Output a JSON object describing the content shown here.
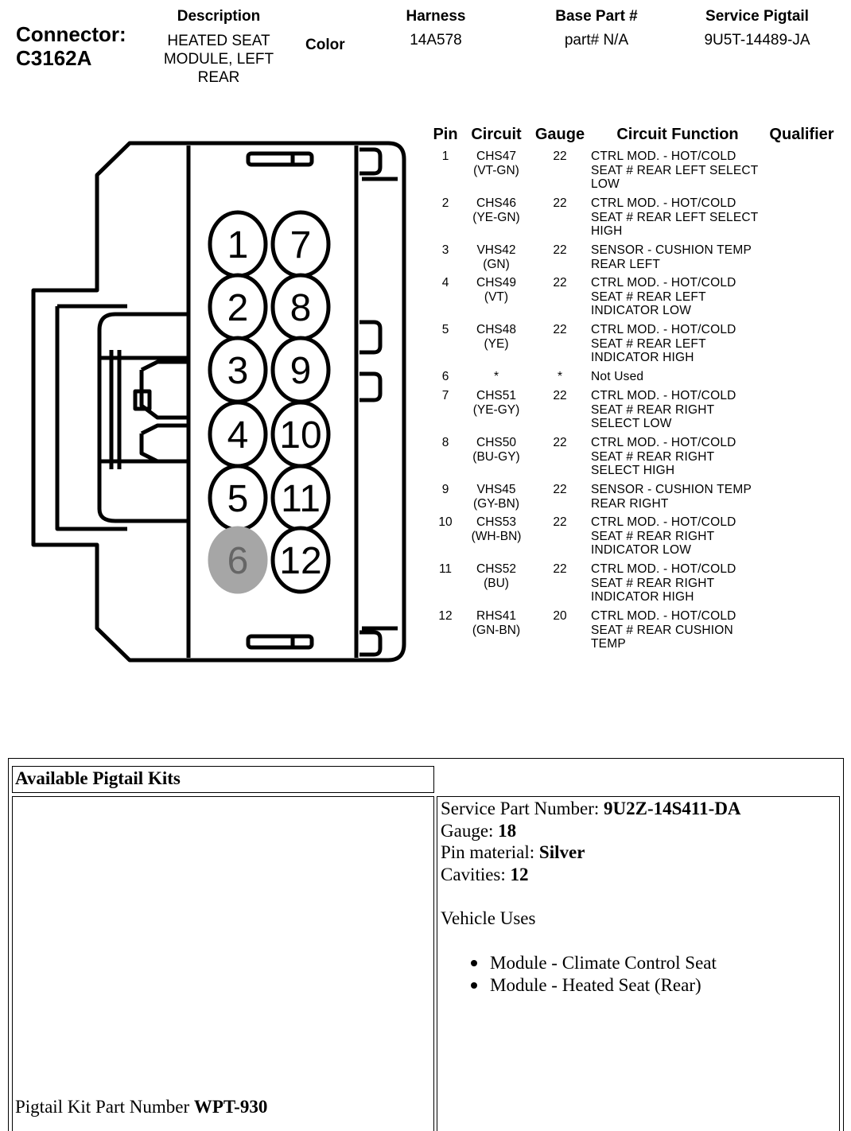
{
  "header": {
    "connector_label": "Connector:",
    "connector_id": "C3162A",
    "description_label": "Description",
    "description_lines": [
      "HEATED SEAT",
      "MODULE, LEFT",
      "REAR"
    ],
    "color_label": "Color",
    "harness_label": "Harness",
    "harness_value": "14A578",
    "base_part_label": "Base Part #",
    "base_part_value": "part# N/A",
    "service_pigtail_label": "Service Pigtail",
    "service_pigtail_value": "9U5T-14489-JA"
  },
  "pin_table": {
    "headers": {
      "pin": "Pin",
      "circuit": "Circuit",
      "gauge": "Gauge",
      "function": "Circuit Function",
      "qualifier": "Qualifier"
    },
    "rows": [
      {
        "pin": "1",
        "circuit": "CHS47",
        "color": "(VT-GN)",
        "gauge": "22",
        "function": [
          "CTRL MOD. - HOT/COLD",
          "SEAT # REAR LEFT SELECT",
          "LOW"
        ]
      },
      {
        "pin": "2",
        "circuit": "CHS46",
        "color": "(YE-GN)",
        "gauge": "22",
        "function": [
          "CTRL MOD. - HOT/COLD",
          "SEAT # REAR LEFT SELECT",
          "HIGH"
        ]
      },
      {
        "pin": "3",
        "circuit": "VHS42",
        "color": "(GN)",
        "gauge": "22",
        "function": [
          "SENSOR - CUSHION TEMP",
          "REAR LEFT"
        ]
      },
      {
        "pin": "4",
        "circuit": "CHS49",
        "color": "(VT)",
        "gauge": "22",
        "function": [
          "CTRL MOD. - HOT/COLD",
          "SEAT # REAR LEFT",
          "INDICATOR LOW"
        ]
      },
      {
        "pin": "5",
        "circuit": "CHS48",
        "color": "(YE)",
        "gauge": "22",
        "function": [
          "CTRL MOD. - HOT/COLD",
          "SEAT # REAR LEFT",
          "INDICATOR HIGH"
        ]
      },
      {
        "pin": "6",
        "circuit": "*",
        "color": "",
        "gauge": "*",
        "function": [
          "Not Used"
        ]
      },
      {
        "pin": "7",
        "circuit": "CHS51",
        "color": "(YE-GY)",
        "gauge": "22",
        "function": [
          "CTRL MOD. - HOT/COLD",
          "SEAT # REAR RIGHT",
          "SELECT LOW"
        ]
      },
      {
        "pin": "8",
        "circuit": "CHS50",
        "color": "(BU-GY)",
        "gauge": "22",
        "function": [
          "CTRL MOD. - HOT/COLD",
          "SEAT # REAR RIGHT",
          "SELECT HIGH"
        ]
      },
      {
        "pin": "9",
        "circuit": "VHS45",
        "color": "(GY-BN)",
        "gauge": "22",
        "function": [
          "SENSOR - CUSHION TEMP",
          "REAR RIGHT"
        ]
      },
      {
        "pin": "10",
        "circuit": "CHS53",
        "color": "(WH-BN)",
        "gauge": "22",
        "function": [
          "CTRL MOD. - HOT/COLD",
          "SEAT # REAR RIGHT",
          "INDICATOR LOW"
        ]
      },
      {
        "pin": "11",
        "circuit": "CHS52",
        "color": "(BU)",
        "gauge": "22",
        "function": [
          "CTRL MOD. - HOT/COLD",
          "SEAT # REAR RIGHT",
          "INDICATOR HIGH"
        ]
      },
      {
        "pin": "12",
        "circuit": "RHS41",
        "color": "(GN-BN)",
        "gauge": "20",
        "function": [
          "CTRL MOD. - HOT/COLD",
          "SEAT # REAR CUSHION",
          "TEMP"
        ]
      }
    ]
  },
  "connector_diagram": {
    "pins_left": [
      "1",
      "2",
      "3",
      "4",
      "5",
      "6"
    ],
    "pins_right": [
      "7",
      "8",
      "9",
      "10",
      "11",
      "12"
    ],
    "unused_pins": [
      "6"
    ],
    "unused_fill": "#a6a6a6"
  },
  "pigtail": {
    "title": "Available Pigtail Kits",
    "service_part_label": "Service Part Number: ",
    "service_part_value": "9U2Z-14S411-DA",
    "gauge_label": "Gauge: ",
    "gauge_value": "18",
    "pin_material_label": "Pin material: ",
    "pin_material_value": "Silver",
    "cavities_label": "Cavities: ",
    "cavities_value": "12",
    "vehicle_uses_label": "Vehicle Uses",
    "vehicle_uses": [
      "Module - Climate Control Seat",
      "Module - Heated Seat (Rear)"
    ],
    "kit_part_label": "Pigtail Kit Part Number ",
    "kit_part_value": "WPT-930"
  }
}
